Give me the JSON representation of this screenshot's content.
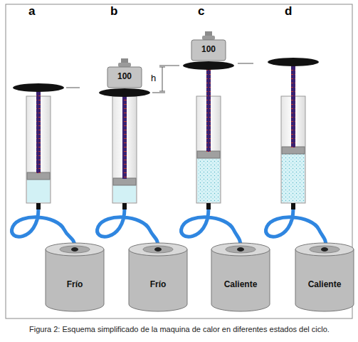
{
  "diagram": {
    "caption": "Figura 2: Esquema simplificado de la maquina de calor en diferentes estados del ciclo.",
    "nodes": [
      {
        "text": [
          "100"
        ]
      },
      {
        "text": [
          "100"
        ]
      },
      {
        "text": [
          "Frío"
        ]
      },
      {
        "text": [
          "Frío"
        ]
      },
      {
        "text": [
          "Caliente"
        ]
      },
      {
        "text": [
          "Caliente"
        ]
      }
    ],
    "labels": [
      "a",
      "b",
      "c",
      "d",
      "h"
    ]
  }
}
